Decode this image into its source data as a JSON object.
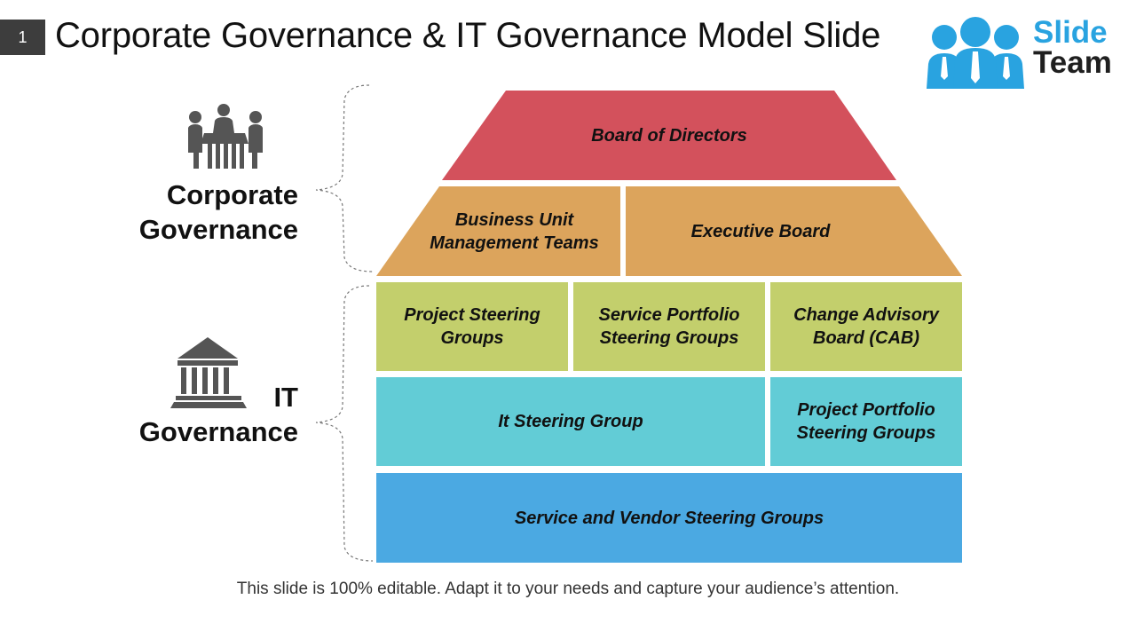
{
  "slide": {
    "number": "1",
    "title": "Corporate Governance & IT Governance Model Slide",
    "footer": "This slide is 100% editable. Adapt it to your needs and capture your audience’s attention."
  },
  "logo": {
    "line1": "Slide",
    "line2": "Team",
    "icon": "team-people-icon"
  },
  "groups": {
    "corporate": {
      "label_line1": "Corporate",
      "label_line2": "Governance",
      "icon": "boardroom-meeting-icon"
    },
    "it": {
      "label_line1": "IT",
      "label_line2": "Governance",
      "icon": "courthouse-gavel-icon"
    }
  },
  "pyramid": {
    "board_of_directors": "Board of Directors",
    "business_unit_line1": "Business Unit",
    "business_unit_line2": "Management Teams",
    "executive_board": "Executive Board",
    "project_steering_line1": "Project Steering",
    "project_steering_line2": "Groups",
    "service_portfolio_line1": "Service Portfolio",
    "service_portfolio_line2": "Steering Groups",
    "change_advisory_line1": "Change Advisory",
    "change_advisory_line2": "Board (CAB)",
    "it_steering": "It Steering Group",
    "project_portfolio_line1": "Project Portfolio",
    "project_portfolio_line2": "Steering Groups",
    "service_vendor": "Service and Vendor Steering Groups"
  },
  "colors": {
    "red": "#d3515c",
    "orange": "#dca45c",
    "green": "#c3cf6c",
    "teal": "#62ccd6",
    "blue": "#4ba9e2",
    "brand": "#29a3e0"
  }
}
